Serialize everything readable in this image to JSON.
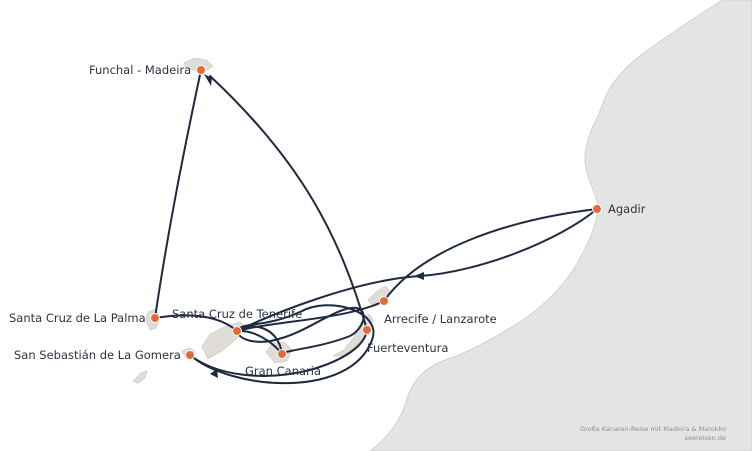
{
  "colors": {
    "route": "#1d2a3f",
    "port": "#e36b3a",
    "land": "#e4e4e4",
    "island": "#e0dcd6",
    "coast": "#d3d0c8"
  },
  "ports": {
    "funchal": "Funchal - Madeira",
    "agadir": "Agadir",
    "la_palma": "Santa Cruz de La Palma",
    "tenerife": "Santa Cruz de Tenerife",
    "gomera": "San Sebastián de La Gomera",
    "gran_canaria": "Gran Canaria",
    "lanzarote": "Arrecife / Lanzarote",
    "fuerteventura": "Fuerteventura"
  },
  "credit": {
    "title": "Große Kanaren-Reise mit Madeira & Marokko",
    "site": "seereisen.de"
  }
}
